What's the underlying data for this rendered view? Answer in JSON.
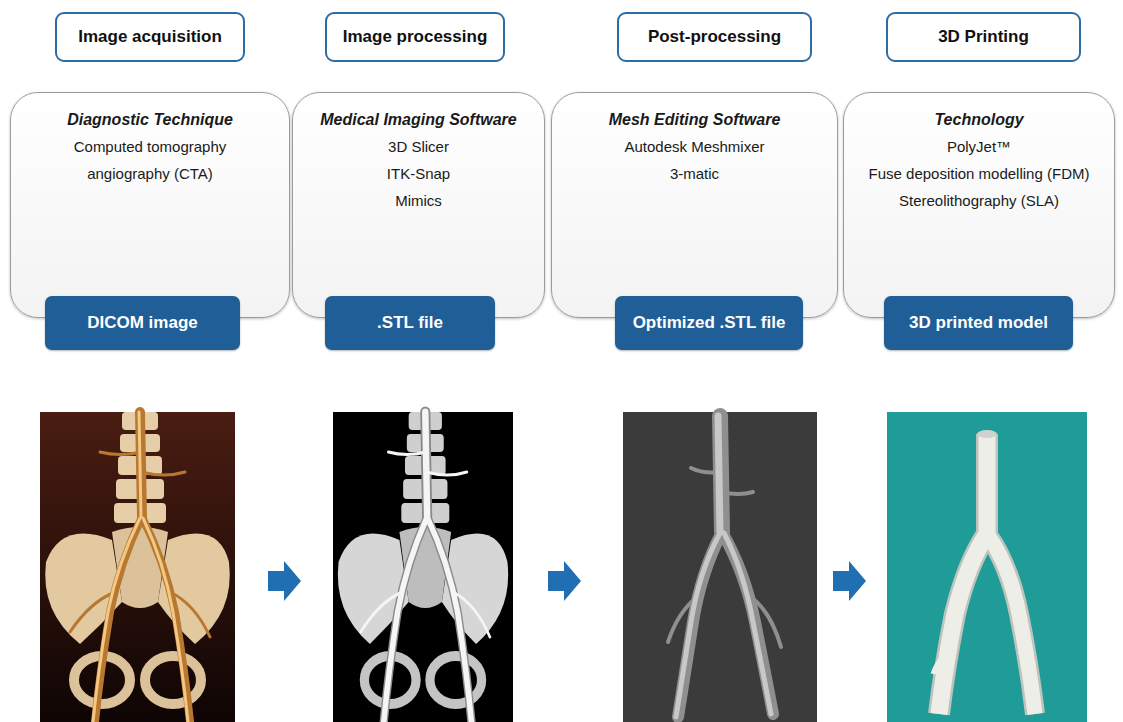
{
  "diagram": {
    "nodes": [
      {
        "text": [
          "Image acquisition"
        ]
      },
      {
        "text": [
          "Diagnostic Technique",
          "Computed tomography angiography (CTA)"
        ]
      },
      {
        "text": [
          "DICOM image"
        ]
      },
      {
        "text": [
          "Image processing"
        ]
      },
      {
        "text": [
          "Medical Imaging Software",
          "3D Slicer",
          "ITK-Snap",
          "Mimics"
        ]
      },
      {
        "text": [
          ".STL file"
        ]
      },
      {
        "text": [
          "Post-processing"
        ]
      },
      {
        "text": [
          "Mesh Editing Software",
          "Autodesk Meshmixer",
          "3-matic"
        ]
      },
      {
        "text": [
          "Optimized .STL file"
        ]
      },
      {
        "text": [
          "3D Printing"
        ]
      },
      {
        "text": [
          "Technology",
          "PolyJet™",
          "Fuse deposition modelling (FDM)",
          "Stereolithography (SLA)"
        ]
      },
      {
        "text": [
          "3D printed model"
        ]
      }
    ]
  }
}
